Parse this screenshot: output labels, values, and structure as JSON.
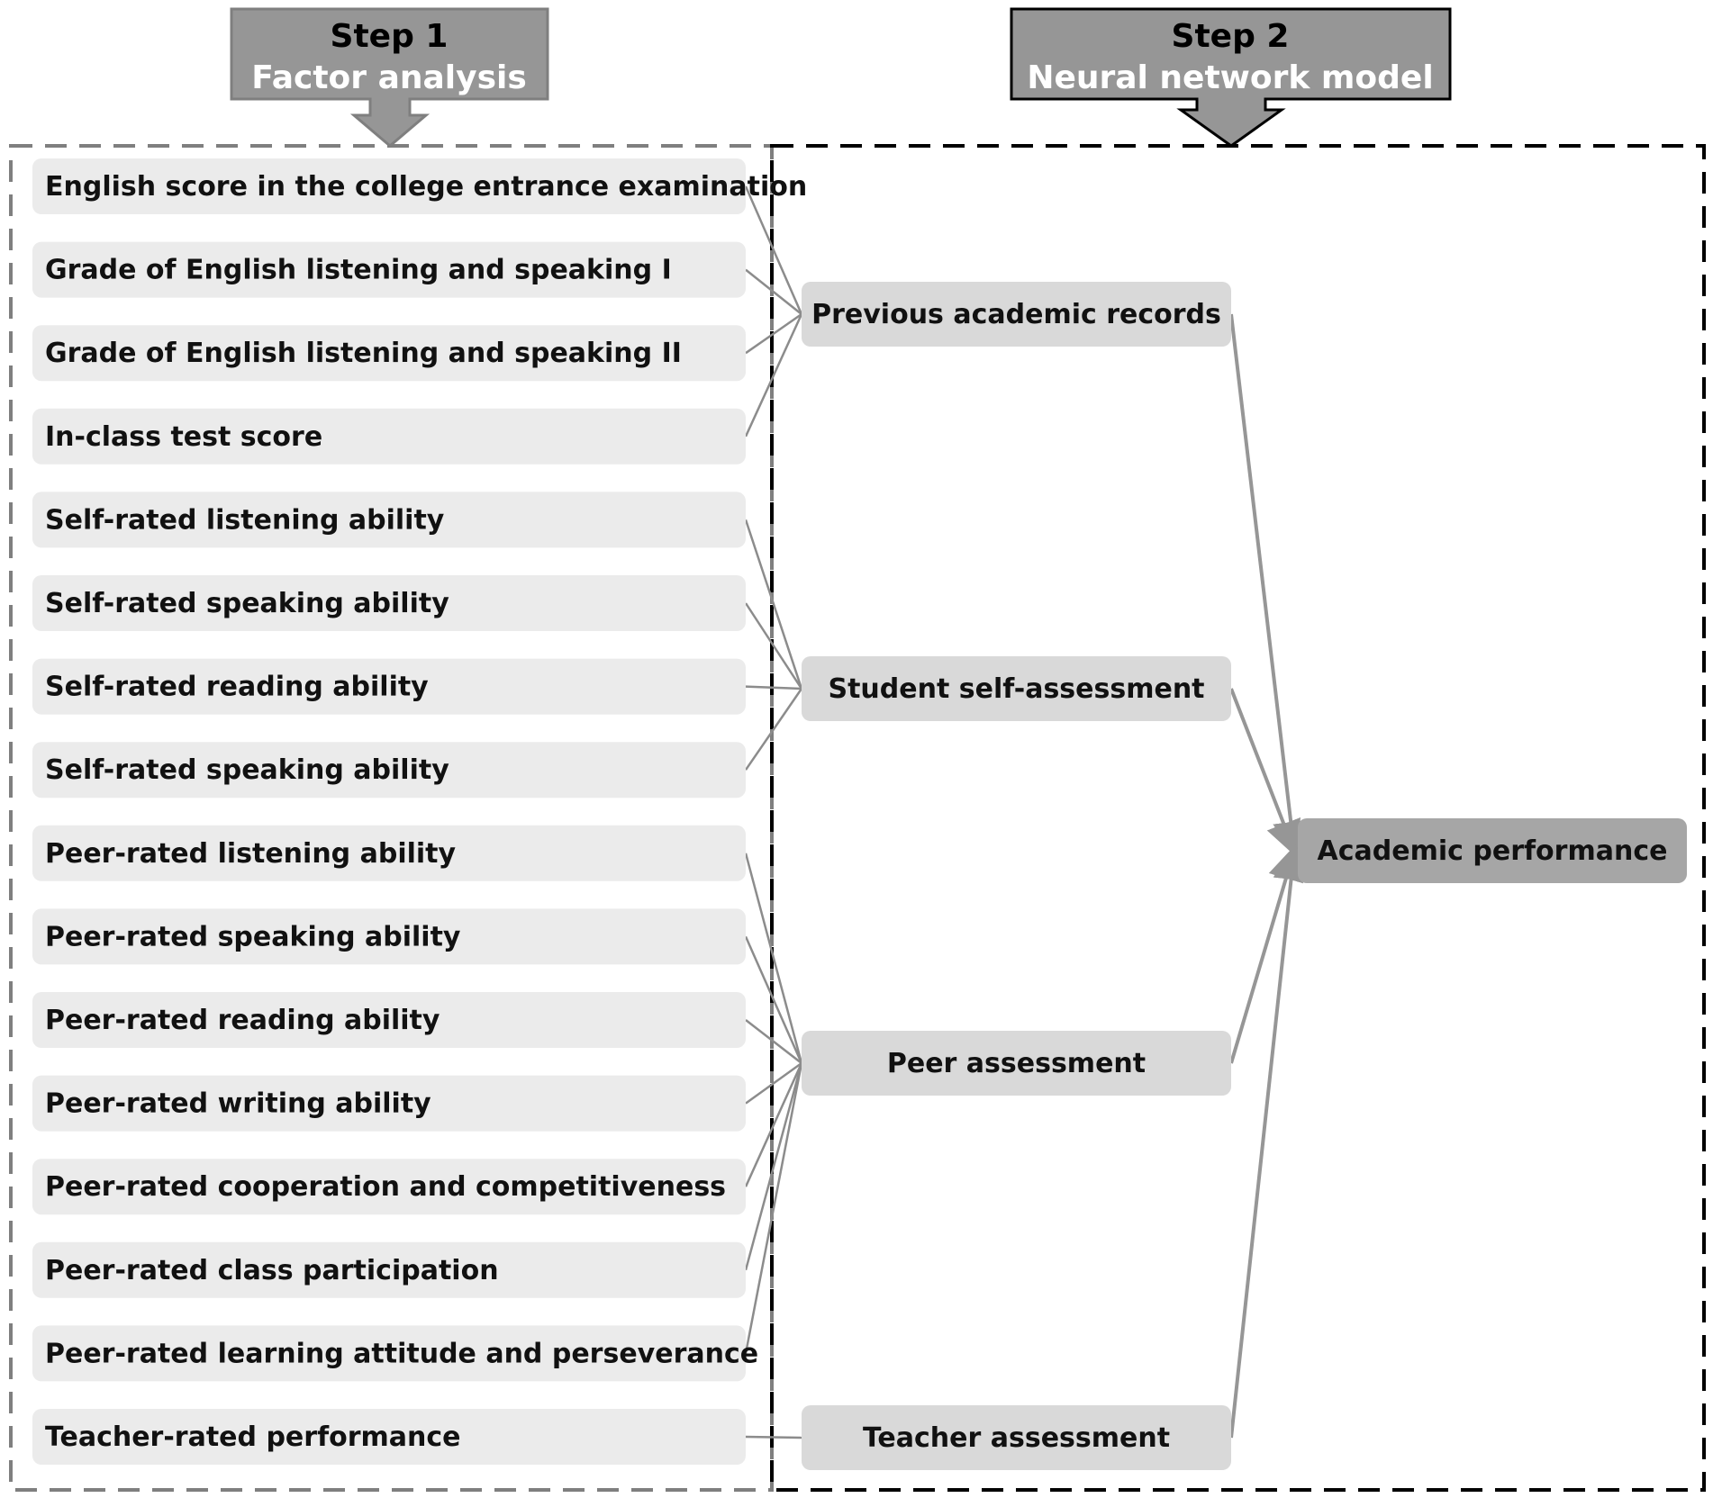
{
  "steps": [
    {
      "title": "Step 1",
      "subtitle": "Factor analysis"
    },
    {
      "title": "Step 2",
      "subtitle": "Neural network model"
    }
  ],
  "indicators": [
    "English score in the college entrance examination",
    "Grade of English listening and speaking I",
    "Grade of English listening and speaking II",
    "In-class test score",
    "Self-rated listening ability",
    "Self-rated speaking ability",
    "Self-rated reading ability",
    "Self-rated speaking ability",
    "Peer-rated listening ability",
    "Peer-rated speaking ability",
    "Peer-rated reading ability",
    "Peer-rated writing ability",
    "Peer-rated cooperation and competitiveness",
    "Peer-rated class participation",
    "Peer-rated learning attitude and perseverance",
    "Teacher-rated performance"
  ],
  "factors": [
    {
      "label": "Previous academic records",
      "inputs": [
        0,
        1,
        2,
        3
      ]
    },
    {
      "label": "Student self-assessment",
      "inputs": [
        4,
        5,
        6,
        7
      ]
    },
    {
      "label": "Peer assessment",
      "inputs": [
        8,
        9,
        10,
        11,
        12,
        13,
        14
      ]
    },
    {
      "label": "Teacher assessment",
      "inputs": [
        15
      ]
    }
  ],
  "output": {
    "label": "Academic performance"
  },
  "colors": {
    "indicator_fill": "#ebebeb",
    "factor_fill": "#d9d9d9",
    "output_fill": "#a6a6a6",
    "arrow_fill": "#969696",
    "line": "#8c8c8c",
    "step1_border": "#7f7f7f",
    "step2_border": "#000000",
    "step_text": "#000000",
    "step_subtext": "#ffffff"
  }
}
